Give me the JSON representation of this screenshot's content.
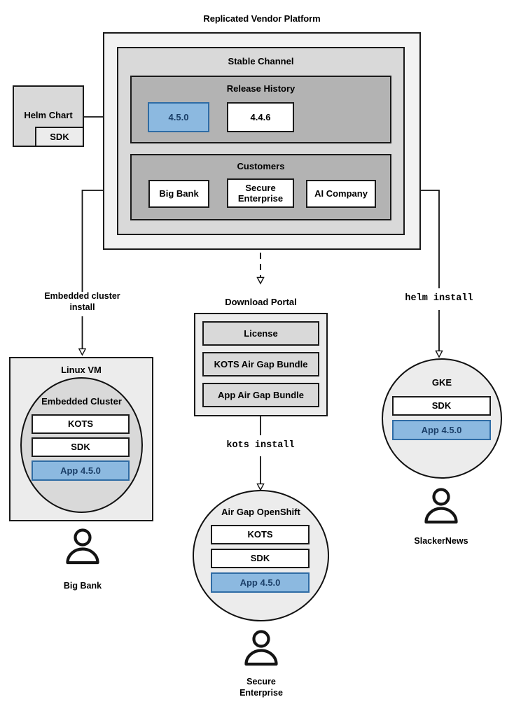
{
  "diagram": {
    "title": "Replicated Vendor Platform",
    "source": {
      "name": "Helm Chart",
      "sdk_label": "SDK"
    },
    "platform": {
      "channel": {
        "title": "Stable Channel",
        "release_history": {
          "title": "Release History",
          "releases": [
            {
              "label": "4.5.0",
              "highlighted": true
            },
            {
              "label": "4.4.6",
              "highlighted": false
            }
          ]
        },
        "customers": {
          "title": "Customers",
          "items": [
            {
              "label": "Big Bank"
            },
            {
              "label": "Secure\nEnterprise"
            },
            {
              "label": "AI Company"
            }
          ]
        }
      }
    },
    "edges": [
      {
        "id": "embedded-cluster-install",
        "label": "Embedded cluster\ninstall",
        "style": "mono-off"
      },
      {
        "id": "download-portal-link",
        "label": "",
        "style": "dashed"
      },
      {
        "id": "kots-install",
        "label": "kots install",
        "style": "mono"
      },
      {
        "id": "helm-install",
        "label": "helm install",
        "style": "mono"
      }
    ],
    "targets": {
      "linux_vm": {
        "title": "Linux VM",
        "cluster_title": "Embedded Cluster",
        "components": [
          {
            "label": "KOTS",
            "highlighted": false
          },
          {
            "label": "SDK",
            "highlighted": false
          },
          {
            "label": "App 4.5.0",
            "highlighted": true
          }
        ],
        "actor": "Big Bank"
      },
      "download_portal": {
        "title": "Download Portal",
        "artifacts": [
          {
            "label": "License"
          },
          {
            "label": "KOTS Air Gap Bundle"
          },
          {
            "label": "App Air Gap Bundle"
          }
        ]
      },
      "air_gap_openshift": {
        "title": "Air Gap OpenShift",
        "components": [
          {
            "label": "KOTS",
            "highlighted": false
          },
          {
            "label": "SDK",
            "highlighted": false
          },
          {
            "label": "App 4.5.0",
            "highlighted": true
          }
        ],
        "actor": "Secure\nEnterprise"
      },
      "gke": {
        "title": "GKE",
        "components": [
          {
            "label": "SDK",
            "highlighted": false
          },
          {
            "label": "App 4.5.0",
            "highlighted": true
          }
        ],
        "actor": "SlackerNews"
      }
    },
    "colors": {
      "highlight_fill": "#8cb9e0",
      "highlight_border": "#2f6ca5",
      "highlight_text": "#1b3f68",
      "platform_fill": "#f2f2f2",
      "channel_fill": "#d9d9d9",
      "group_fill": "#b3b3b3",
      "stroke": "#1a1a1a"
    },
    "icons": {
      "actor": "person-icon",
      "arrow": "arrow-head-icon"
    }
  }
}
